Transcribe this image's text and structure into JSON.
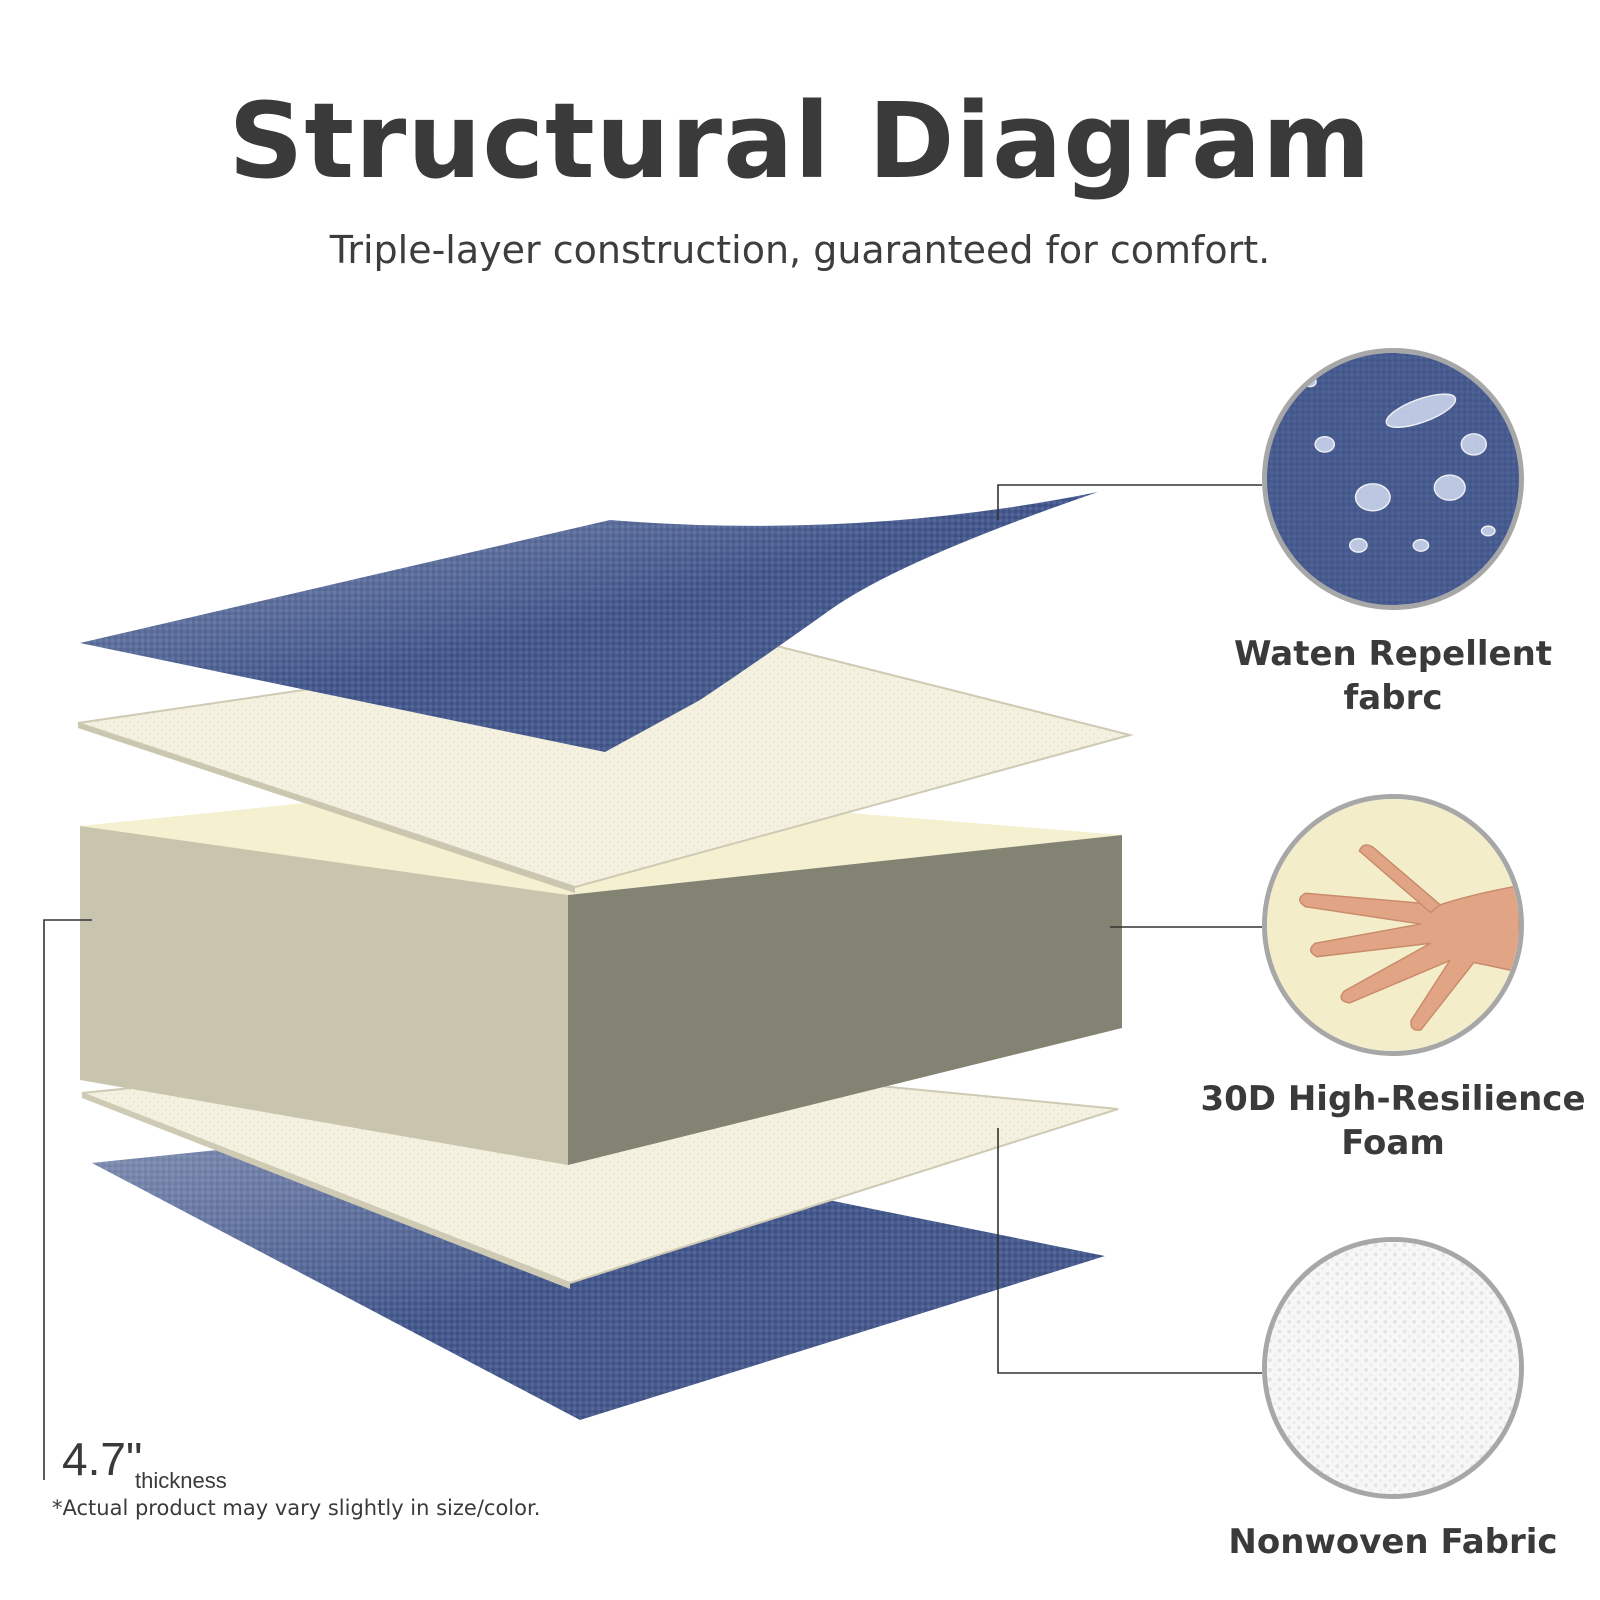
{
  "header": {
    "title": "Structural Diagram",
    "subtitle": "Triple-layer construction, guaranteed for comfort."
  },
  "layers": [
    {
      "label": "Waten Repellent fabrc",
      "swatch_icon": "water-drop-fabric-icon",
      "color": "#4a5f91"
    },
    {
      "label": "30D High-Resilience Foam",
      "swatch_icon": "hand-press-foam-icon",
      "color": "#f3edcc"
    },
    {
      "label": "Nonwoven Fabric",
      "swatch_icon": "nonwoven-texture-icon",
      "color": "#f6f6f6"
    }
  ],
  "thickness": {
    "value": "4.7\"",
    "unit": "thickness"
  },
  "disclaimer": "*Actual product may vary slightly in size/color.",
  "colors": {
    "cover_blue": "#45598c",
    "liner_cream": "#f3f0df",
    "foam_top": "#f5f0d0",
    "foam_front": "#c7c3ad",
    "foam_side": "#838373",
    "leader_line": "#333333"
  }
}
